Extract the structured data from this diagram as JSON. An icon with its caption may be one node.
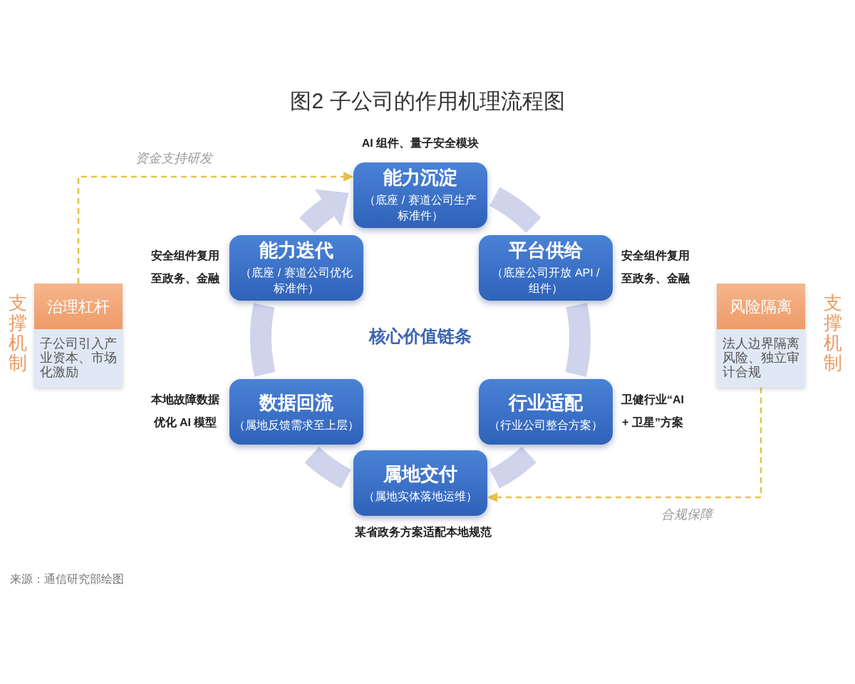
{
  "diagram": {
    "title": "图2 子公司的作用机理流程图",
    "caption": "来源：通信研究部绘图",
    "nodes": [
      {
        "text": [
          "能力沉淀",
          "（底座 / 赛道公司生产标准件）"
        ],
        "beside": [
          "AI 组件、量子安全模块"
        ]
      },
      {
        "text": [
          "能力迭代",
          "（底座 / 赛道公司优化标准件）"
        ],
        "beside": [
          "安全组件复用至政务、金融"
        ]
      },
      {
        "text": [
          "平台供给",
          "（底座公司开放 API / 组件）"
        ],
        "beside": [
          "安全组件复用至政务、金融"
        ]
      },
      {
        "text": [
          "治理杠杆",
          "子公司引入产业资本、市场化激励"
        ],
        "beside": [
          "支撑机制"
        ]
      },
      {
        "text": [
          "风险隔离",
          "法人边界隔离风险、独立审计合规"
        ],
        "beside": [
          "支撑机制"
        ]
      },
      {
        "text": [
          "数据回流",
          "（属地反馈需求至上层）"
        ],
        "beside": [
          "本地故障数据优化 AI 模型"
        ]
      },
      {
        "text": [
          "行业适配",
          "（行业公司整合方案）"
        ],
        "beside": [
          "卫健行业“AI + 卫星”方案"
        ]
      },
      {
        "text": [
          "属地交付",
          "（属地实体落地运维）"
        ],
        "beside": [
          "某省政务方案适配本地规范"
        ]
      }
    ],
    "edges": [
      {
        "from": 0,
        "to": 2,
        "arrow": "none"
      },
      {
        "from": 2,
        "to": 6,
        "arrow": "none"
      },
      {
        "from": 6,
        "to": 7,
        "arrow": "none"
      },
      {
        "from": 7,
        "to": 5,
        "arrow": "none"
      },
      {
        "from": 5,
        "to": 1,
        "arrow": "none"
      },
      {
        "from": 1,
        "to": 0,
        "arrow": "to"
      },
      {
        "from": 3,
        "to": 0,
        "arrow": "to",
        "label": "资金支持研发",
        "style": "dashed",
        "color": "#e8c24a"
      },
      {
        "from": 4,
        "to": 7,
        "arrow": "to",
        "label": "合规保障",
        "style": "dashed",
        "color": "#e8c24a"
      }
    ],
    "labels": [
      "核心价值链条"
    ]
  }
}
